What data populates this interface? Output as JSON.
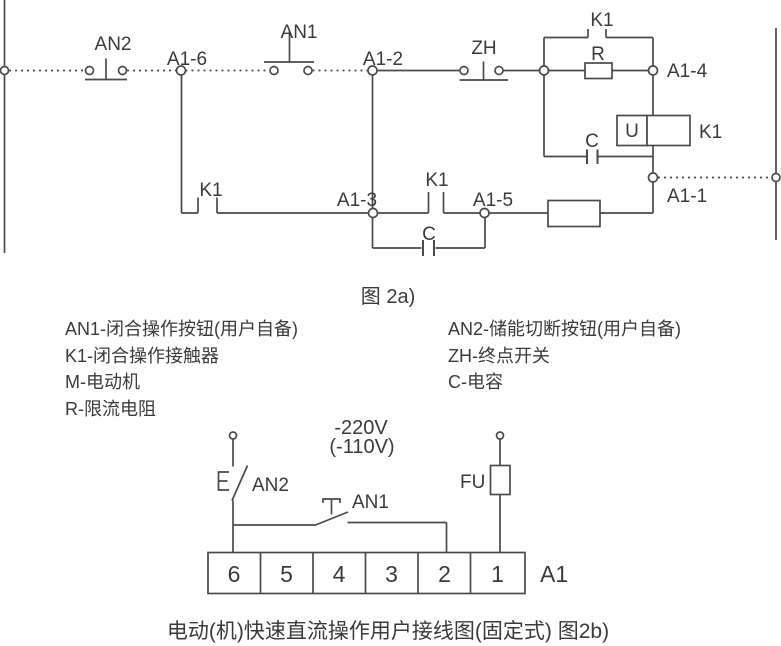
{
  "colors": {
    "line": "#4a4a4a",
    "text": "#3a3a3a",
    "background": "#ffffff"
  },
  "figure_2a": {
    "caption": "图 2a)",
    "component_labels": {
      "an2": "AN2",
      "an1": "AN1",
      "zh": "ZH",
      "k1_rail_contact": "K1",
      "r_resistor": "R",
      "u_coil": "U",
      "k1_coil": "K1",
      "c_upper": "C",
      "c_lower": "C",
      "k1_left_contact": "K1",
      "k1_mid_contact": "K1"
    },
    "terminal_labels": {
      "a1_6": "A1-6",
      "a1_2": "A1-2",
      "a1_4": "A1-4",
      "a1_1": "A1-1",
      "a1_3": "A1-3",
      "a1_5": "A1-5"
    }
  },
  "legend": {
    "left": [
      "AN1-闭合操作按钮(用户自备)",
      "K1-闭合操作接触器",
      "M-电动机",
      "R-限流电阻"
    ],
    "right": [
      "AN2-储能切断按钮(用户自备)",
      "ZH-终点开关",
      "C-电容"
    ]
  },
  "figure_2b": {
    "voltage_primary": "-220V",
    "voltage_secondary": "(-110V)",
    "component_labels": {
      "an2": "AN2",
      "an1": "AN1",
      "fu": "FU",
      "block": "A1"
    },
    "terminals": [
      "6",
      "5",
      "4",
      "3",
      "2",
      "1"
    ],
    "caption": "电动(机)快速直流操作用户接线图(固定式) 图2b)"
  }
}
